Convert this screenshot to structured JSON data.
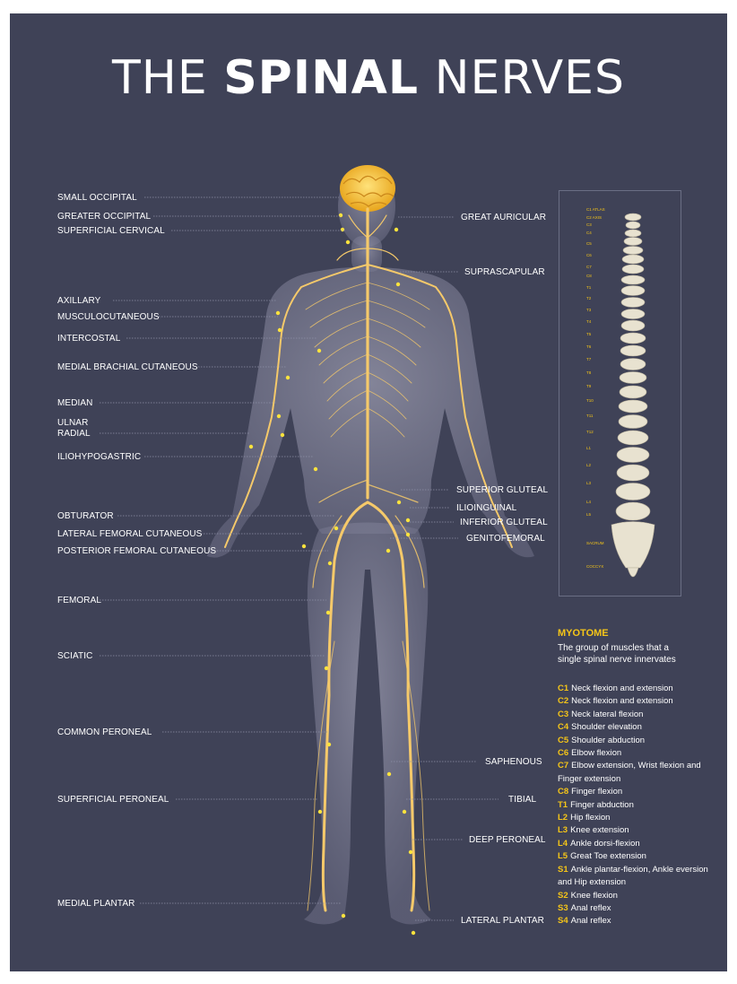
{
  "title": {
    "part1": "THE",
    "part2": "SPINAL",
    "part3": "NERVES"
  },
  "colors": {
    "background": "#3f4257",
    "nerve": "#f5c96a",
    "accent": "#f5c518",
    "text": "#ffffff"
  },
  "left_labels": [
    "SMALL OCCIPITAL",
    "GREATER OCCIPITAL",
    "SUPERFICIAL CERVICAL",
    "AXILLARY",
    "MUSCULOCUTANEOUS",
    "INTERCOSTAL",
    "MEDIAL BRACHIAL CUTANEOUS",
    "MEDIAN",
    "ULNAR",
    "RADIAL",
    "ILIOHYPOGASTRIC",
    "OBTURATOR",
    "LATERAL FEMORAL CUTANEOUS",
    "POSTERIOR FEMORAL CUTANEOUS",
    "FEMORAL",
    "SCIATIC",
    "COMMON PERONEAL",
    "SUPERFICIAL PERONEAL",
    "MEDIAL PLANTAR"
  ],
  "right_labels": [
    "GREAT AURICULAR",
    "SUPRASCAPULAR",
    "SUPERIOR GLUTEAL",
    "ILIOINGUINAL",
    "INFERIOR GLUTEAL",
    "GENITOFEMORAL",
    "SAPHENOUS",
    "TIBIAL",
    "DEEP PERONEAL",
    "LATERAL PLANTAR"
  ],
  "vertebrae": [
    "C1 ATLAS",
    "C2 AXIS",
    "C3",
    "C4",
    "C5",
    "C6",
    "C7",
    "C8",
    "T1",
    "T2",
    "T3",
    "T4",
    "T5",
    "T6",
    "T7",
    "T8",
    "T9",
    "T10",
    "T11",
    "T12",
    "L1",
    "L2",
    "L3",
    "L4",
    "L5",
    "SACRUM",
    "COCCYX"
  ],
  "myotome": {
    "title": "MYOTOME",
    "description": "The group of muscles that a single spinal nerve innervates",
    "items": [
      {
        "code": "C1",
        "text": "Neck flexion and extension"
      },
      {
        "code": "C2",
        "text": "Neck flexion and extension"
      },
      {
        "code": "C3",
        "text": "Neck lateral flexion"
      },
      {
        "code": "C4",
        "text": "Shoulder elevation"
      },
      {
        "code": "C5",
        "text": "Shoulder abduction"
      },
      {
        "code": "C6",
        "text": "Elbow flexion"
      },
      {
        "code": "C7",
        "text": "Elbow extension, Wrist flexion and Finger extension"
      },
      {
        "code": "C8",
        "text": "Finger flexion"
      },
      {
        "code": "T1",
        "text": "Finger abduction"
      },
      {
        "code": "L2",
        "text": "Hip flexion"
      },
      {
        "code": "L3",
        "text": "Knee extension"
      },
      {
        "code": "L4",
        "text": "Ankle dorsi-flexion"
      },
      {
        "code": "L5",
        "text": "Great Toe extension"
      },
      {
        "code": "S1",
        "text": "Ankle plantar-flexion, Ankle eversion and Hip extension"
      },
      {
        "code": "S2",
        "text": "Knee flexion"
      },
      {
        "code": "S3",
        "text": "Anal reflex"
      },
      {
        "code": "S4",
        "text": "Anal reflex"
      }
    ]
  }
}
